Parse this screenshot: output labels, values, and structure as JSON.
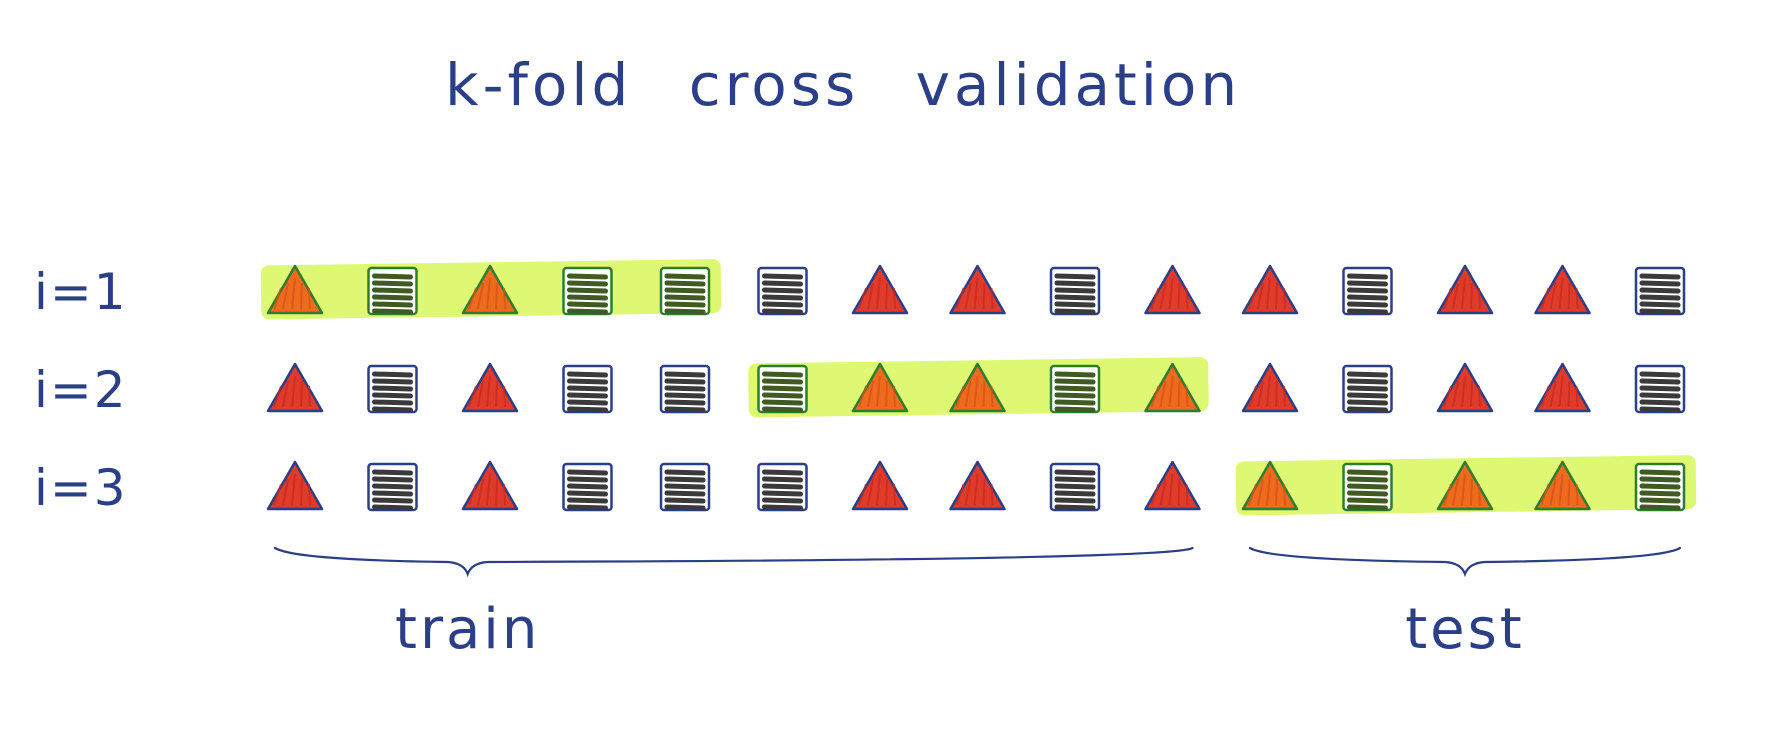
{
  "title": "k-fold cross validation",
  "rows": [
    {
      "label": "i=1",
      "highlight": [
        0,
        4
      ],
      "items": [
        "triangle",
        "square",
        "triangle",
        "square",
        "square",
        "square",
        "triangle",
        "triangle",
        "square",
        "triangle",
        "triangle",
        "square",
        "triangle",
        "triangle",
        "square"
      ]
    },
    {
      "label": "i=2",
      "highlight": [
        5,
        9
      ],
      "items": [
        "triangle",
        "square",
        "triangle",
        "square",
        "square",
        "square",
        "triangle",
        "triangle",
        "square",
        "triangle",
        "triangle",
        "square",
        "triangle",
        "triangle",
        "square"
      ]
    },
    {
      "label": "i=3",
      "highlight": [
        10,
        14
      ],
      "items": [
        "triangle",
        "square",
        "triangle",
        "square",
        "square",
        "square",
        "triangle",
        "triangle",
        "square",
        "triangle",
        "triangle",
        "square",
        "triangle",
        "triangle",
        "square"
      ]
    }
  ],
  "braces": [
    {
      "label": "train",
      "from_item": 0,
      "to_item": 9
    },
    {
      "label": "test",
      "from_item": 10,
      "to_item": 14
    }
  ],
  "colors": {
    "ink": "#2b3f86",
    "highlighter": "#d9f75a",
    "triangle_fill": "#e03a2a",
    "triangle_fill_highlighted": "#ee6a1c",
    "square_fill": "#3a3a3a",
    "square_fill_highlighted": "#3f5a22",
    "square_border_highlighted": "#2e7d2e",
    "triangle_border_highlighted": "#2e7d2e"
  },
  "icons": {
    "triangle": "triangle-icon",
    "square": "striped-square-icon"
  }
}
